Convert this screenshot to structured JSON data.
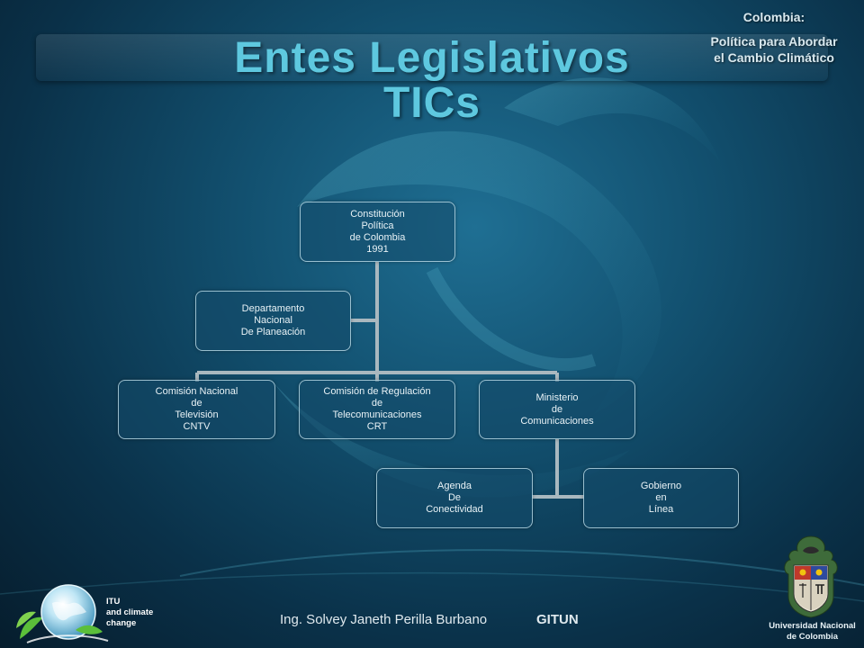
{
  "slide": {
    "title_line1": "Entes Legislativos",
    "title_line2": "TICs",
    "corner_title": [
      "Colombia:",
      "Política para Abordar",
      "el Cambio Climático"
    ]
  },
  "org_chart": {
    "root": [
      "Constitución",
      "Política",
      "de Colombia",
      "1991"
    ],
    "assistant": [
      "Departamento",
      "Nacional",
      "De Planeación"
    ],
    "level2": [
      [
        "Comisión Nacional",
        "de",
        "Televisión",
        "CNTV"
      ],
      [
        "Comisión de Regulación",
        "de",
        "Telecomunicaciones",
        "CRT"
      ],
      [
        "Ministerio",
        "de",
        "Comunicaciones"
      ]
    ],
    "level3": [
      [
        "Agenda",
        "De",
        "Conectividad"
      ],
      [
        "Gobierno",
        "en",
        "Línea"
      ]
    ]
  },
  "footer": {
    "author": "Ing. Solvey Janeth Perilla Burbano",
    "group": "GITUN",
    "itu": [
      "ITU",
      "and climate",
      "change"
    ],
    "university": [
      "Universidad Nacional",
      "de Colombia"
    ]
  },
  "colors": {
    "title": "#5ec8df",
    "node_border": "#c8e6f0",
    "connector": "#a9b8bf"
  }
}
